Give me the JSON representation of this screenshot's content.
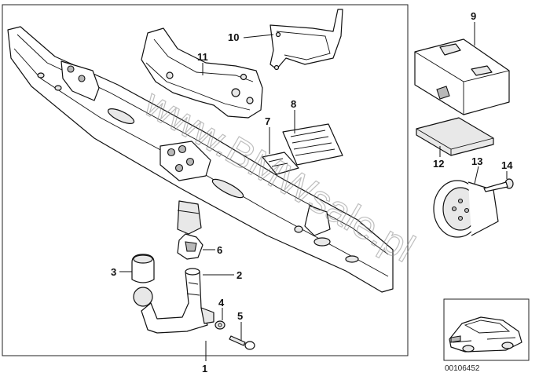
{
  "callouts": [
    "1",
    "2",
    "3",
    "4",
    "5",
    "6",
    "7",
    "8",
    "9",
    "10",
    "11",
    "12",
    "13",
    "14"
  ],
  "watermark": "www.BMWsale.pl",
  "diagram_code": "00106452",
  "colors": {
    "line": "#111111",
    "fill": "#ffffff",
    "shade": "#e8e8e8",
    "watermark": "#8a8a8a"
  }
}
